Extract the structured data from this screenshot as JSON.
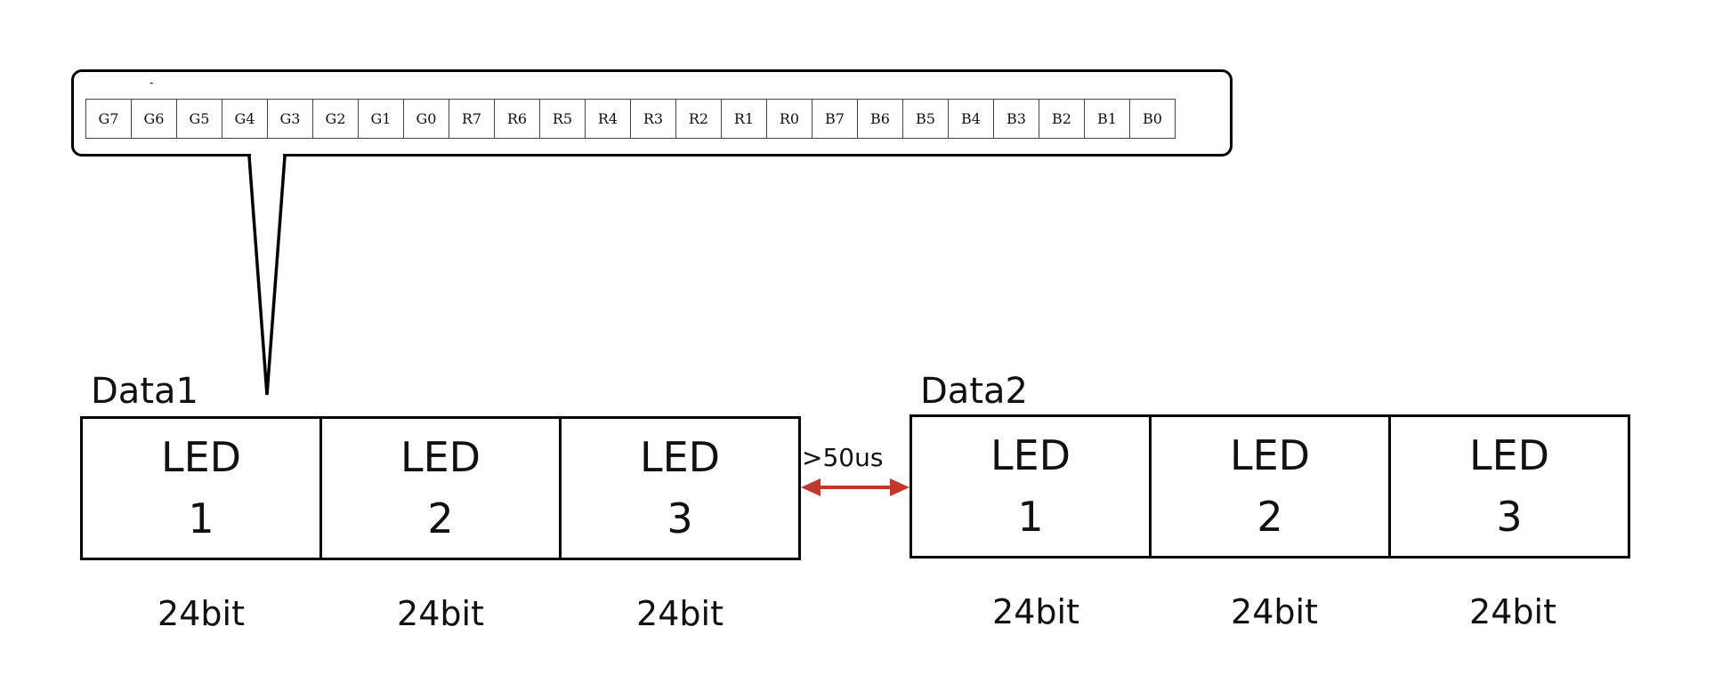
{
  "callout": {
    "dash": "-",
    "bits": [
      "G7",
      "G6",
      "G5",
      "G4",
      "G3",
      "G2",
      "G1",
      "G0",
      "R7",
      "R6",
      "R5",
      "R4",
      "R3",
      "R2",
      "R1",
      "R0",
      "B7",
      "B6",
      "B5",
      "B4",
      "B3",
      "B2",
      "B1",
      "B0"
    ]
  },
  "groups": [
    {
      "label": "Data1",
      "leds": [
        {
          "name": "LED",
          "num": "1",
          "bits": "24bit"
        },
        {
          "name": "LED",
          "num": "2",
          "bits": "24bit"
        },
        {
          "name": "LED",
          "num": "3",
          "bits": "24bit"
        }
      ]
    },
    {
      "label": "Data2",
      "leds": [
        {
          "name": "LED",
          "num": "1",
          "bits": "24bit"
        },
        {
          "name": "LED",
          "num": "2",
          "bits": "24bit"
        },
        {
          "name": "LED",
          "num": "3",
          "bits": "24bit"
        }
      ]
    }
  ],
  "gap": {
    "label": ">50us",
    "color": "#c0392b"
  }
}
